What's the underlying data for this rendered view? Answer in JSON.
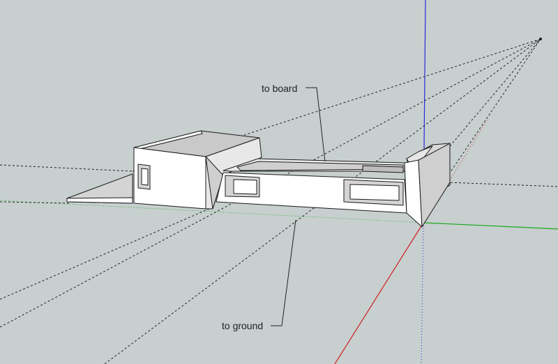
{
  "app": {
    "title": "3D modeling viewport"
  },
  "annotations": {
    "to_board": "to board",
    "to_ground": "to ground"
  },
  "colors": {
    "background": "#c7cfcf",
    "axis_blue": "#2a2ad8",
    "axis_green": "#1aa81a",
    "axis_red": "#d02020",
    "model_face": "#ffffff",
    "model_shade": "#d4d4d4",
    "edge": "#1a1a1a",
    "guide_dashed": "#222222"
  }
}
